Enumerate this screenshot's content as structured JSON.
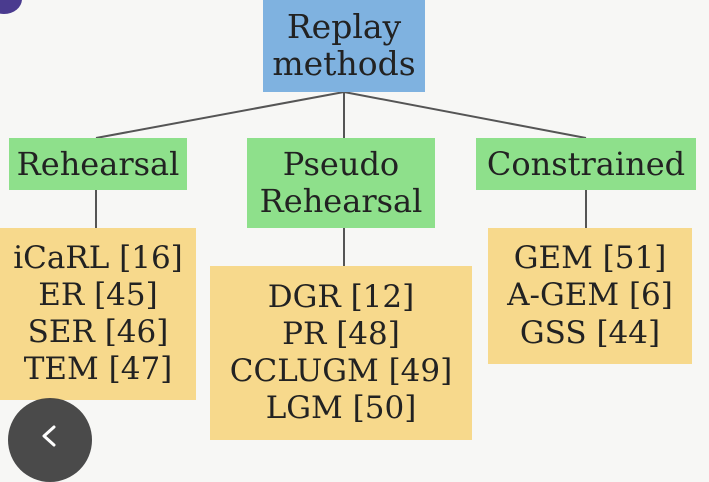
{
  "root": {
    "line1": "Replay",
    "line2": "methods"
  },
  "categories": [
    {
      "lines": [
        "Rehearsal"
      ],
      "methods": [
        "iCaRL [16]",
        "ER [45]",
        "SER [46]",
        "TEM [47]"
      ]
    },
    {
      "lines": [
        "Pseudo",
        "Rehearsal"
      ],
      "methods": [
        "DGR [12]",
        "PR [48]",
        "CCLUGM [49]",
        "LGM [50]"
      ]
    },
    {
      "lines": [
        "Constrained"
      ],
      "methods": [
        "GEM [51]",
        "A-GEM [6]",
        "GSS [44]"
      ]
    }
  ],
  "colors": {
    "root_fill": "#7fb2e0",
    "category_fill": "#8ee08b",
    "method_fill": "#f7d98c",
    "connector": "#555555"
  },
  "overlay": {
    "back_button_icon": "chevron-left-icon"
  }
}
